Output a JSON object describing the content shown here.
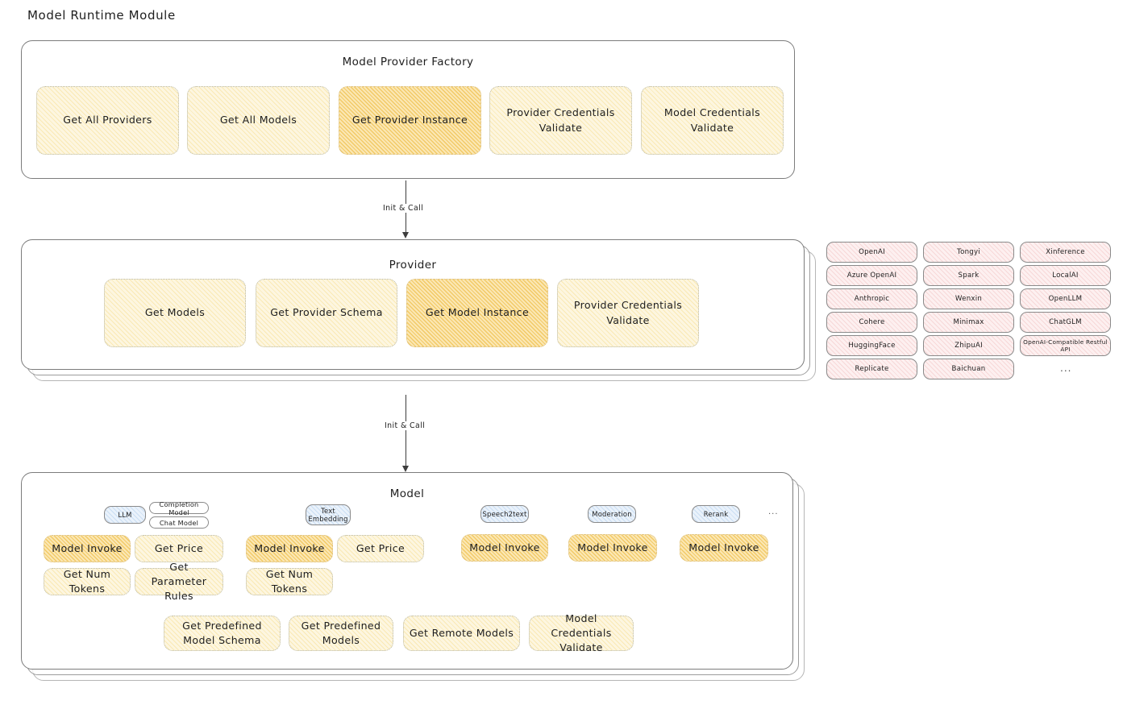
{
  "page": {
    "title": "Model Runtime Module"
  },
  "factory": {
    "title": "Model Provider Factory",
    "nodes": [
      {
        "label": "Get All Providers",
        "highlight": false
      },
      {
        "label": "Get All Models",
        "highlight": false
      },
      {
        "label": "Get Provider Instance",
        "highlight": true
      },
      {
        "label": "Provider Credentials Validate",
        "highlight": false
      },
      {
        "label": "Model Credentials Validate",
        "highlight": false
      }
    ]
  },
  "arrow1": {
    "label": "Init & Call"
  },
  "provider": {
    "title": "Provider",
    "nodes": [
      {
        "label": "Get Models",
        "highlight": false
      },
      {
        "label": "Get Provider Schema",
        "highlight": false
      },
      {
        "label": "Get Model Instance",
        "highlight": true
      },
      {
        "label": "Provider Credentials Validate",
        "highlight": false
      }
    ]
  },
  "provider_list": {
    "columns": [
      [
        "OpenAI",
        "Azure OpenAI",
        "Anthropic",
        "Cohere",
        "HuggingFace",
        "Replicate"
      ],
      [
        "Tongyi",
        "Spark",
        "Wenxin",
        "Minimax",
        "ZhipuAI",
        "Baichuan"
      ],
      [
        "Xinference",
        "LocalAI",
        "OpenLLM",
        "ChatGLM",
        "OpenAI-Compatible Restful API"
      ]
    ],
    "more": "..."
  },
  "arrow2": {
    "label": "Init & Call"
  },
  "model": {
    "title": "Model",
    "more": "...",
    "types": [
      {
        "name": "LLM",
        "subtypes": [
          "Completion Model",
          "Chat Model"
        ],
        "methods": [
          {
            "label": "Model Invoke",
            "highlight": true
          },
          {
            "label": "Get Price",
            "highlight": false
          },
          {
            "label": "Get Num Tokens",
            "highlight": false
          },
          {
            "label": "Get Parameter Rules",
            "highlight": false
          }
        ]
      },
      {
        "name": "Text Embedding",
        "subtypes": [],
        "methods": [
          {
            "label": "Model Invoke",
            "highlight": true
          },
          {
            "label": "Get Price",
            "highlight": false
          },
          {
            "label": "Get Num Tokens",
            "highlight": false
          }
        ]
      },
      {
        "name": "Speech2text",
        "subtypes": [],
        "methods": [
          {
            "label": "Model Invoke",
            "highlight": true
          }
        ]
      },
      {
        "name": "Moderation",
        "subtypes": [],
        "methods": [
          {
            "label": "Model Invoke",
            "highlight": true
          }
        ]
      },
      {
        "name": "Rerank",
        "subtypes": [],
        "methods": [
          {
            "label": "Model Invoke",
            "highlight": true
          }
        ]
      }
    ],
    "common_methods": [
      "Get Predefined Model Schema",
      "Get Predefined Models",
      "Get Remote Models",
      "Model Credentials Validate"
    ]
  },
  "colors": {
    "node_fill": "#fdf6e0",
    "node_fill_highlight": "#fbe7b4",
    "chip_pink": "#fdf0f0",
    "chip_blue": "#eaf2fb",
    "stroke": "#7c7c7c",
    "text": "#1e1e1e"
  }
}
